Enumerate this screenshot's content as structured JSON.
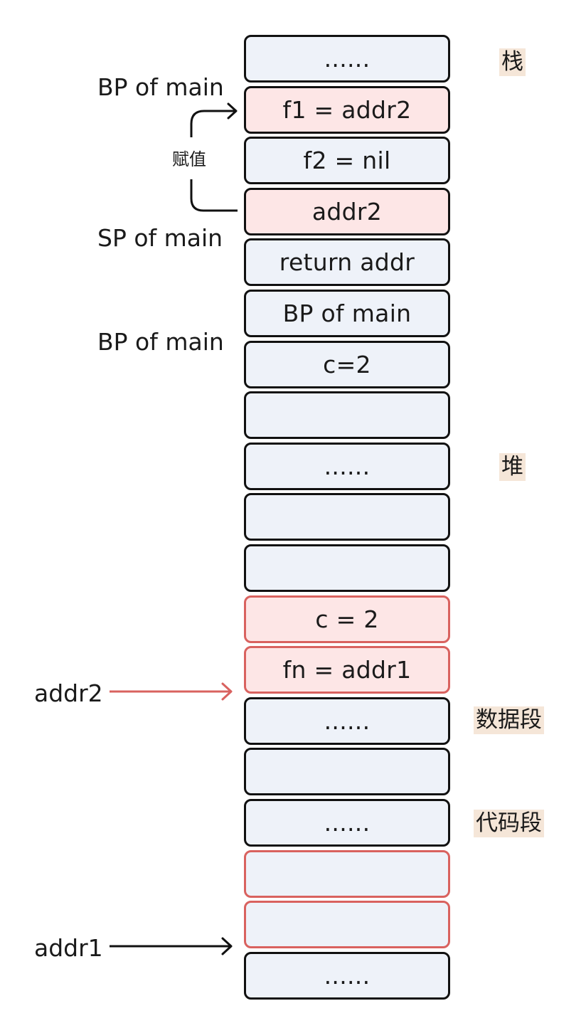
{
  "cells": [
    {
      "text": "......",
      "highlight": "none"
    },
    {
      "text": "f1 = addr2",
      "highlight": "fill"
    },
    {
      "text": "f2 = nil",
      "highlight": "none"
    },
    {
      "text": "addr2",
      "highlight": "fill"
    },
    {
      "text": "return addr",
      "highlight": "none"
    },
    {
      "text": "BP of main",
      "highlight": "none"
    },
    {
      "text": "c=2",
      "highlight": "none"
    },
    {
      "text": "",
      "highlight": "none"
    },
    {
      "text": "......",
      "highlight": "none"
    },
    {
      "text": "",
      "highlight": "none"
    },
    {
      "text": "",
      "highlight": "none"
    },
    {
      "text": "c = 2",
      "highlight": "fill-border"
    },
    {
      "text": "fn = addr1",
      "highlight": "fill-border"
    },
    {
      "text": "......",
      "highlight": "none"
    },
    {
      "text": "",
      "highlight": "none"
    },
    {
      "text": "......",
      "highlight": "none"
    },
    {
      "text": "",
      "highlight": "border"
    },
    {
      "text": "",
      "highlight": "border"
    },
    {
      "text": "......",
      "highlight": "none"
    }
  ],
  "left_labels": {
    "bp_main_top": "BP of main",
    "sp_main": "SP of main",
    "bp_main_lower": "BP of main",
    "addr2": "addr2",
    "addr1": "addr1"
  },
  "assign_label": "赋值",
  "regions": {
    "stack": "栈",
    "heap": "堆",
    "data_segment": "数据段",
    "code_segment": "代码段"
  },
  "colors": {
    "cell_fill": "#eef2f9",
    "highlight_fill": "#fde6e6",
    "highlight_border": "#d9625f",
    "border": "#111111",
    "region_tag_bg": "#f5e6d8",
    "red_arrow": "#d9625f"
  }
}
